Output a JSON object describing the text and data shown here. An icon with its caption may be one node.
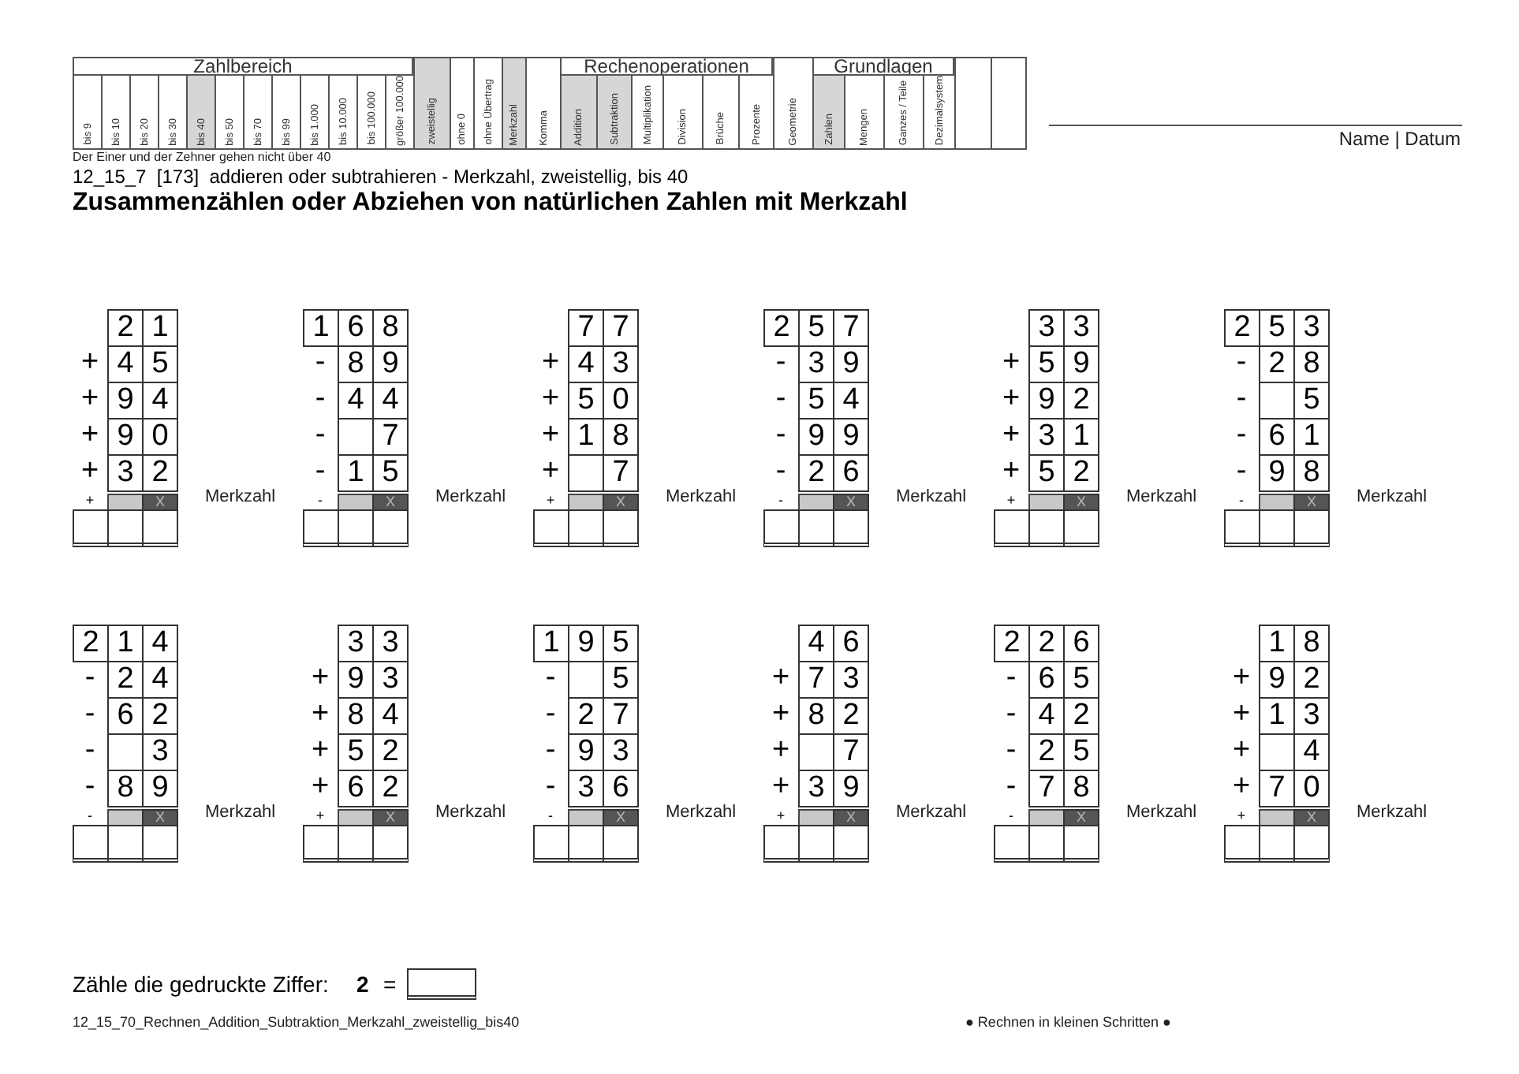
{
  "diagram": {
    "title": "Zusammenzählen oder Abziehen von natürlichen Zahlen mit Merkzahl",
    "labels": [
      "Zahlbereich",
      "bis 9",
      "bis 10",
      "bis 20",
      "bis 30",
      "bis 40",
      "bis 50",
      "bis 70",
      "bis 99",
      "bis 1.000",
      "bis 10.000",
      "bis 100.000",
      "größer 100.000",
      "zweistellig",
      "ohne 0",
      "ohne Übertrag",
      "Merkzahl",
      "Komma",
      "Rechenoperationen",
      "Addition",
      "Subtraktion",
      "Multiplikation",
      "Division",
      "Brüche",
      "Prozente",
      "Geometrie",
      "Grundlagen",
      "Zahlen",
      "Mengen",
      "Ganzes / Teile",
      "Dezimalsystem",
      "Name | Datum",
      "Der Einer und der Zehner gehen nicht über 40",
      "12_15_7  [173]  addieren oder subtrahieren - Merkzahl, zweistellig, bis 40",
      "2",
      "1",
      "+",
      "4",
      "5",
      "+",
      "9",
      "4",
      "+",
      "9",
      "0",
      "+",
      "3",
      "2",
      "+",
      "X",
      "Merkzahl",
      "1",
      "6",
      "8",
      "-",
      "8",
      "9",
      "-",
      "4",
      "4",
      "-",
      "7",
      "-",
      "1",
      "5",
      "-",
      "X",
      "Merkzahl",
      "7",
      "7",
      "+",
      "4",
      "3",
      "+",
      "5",
      "0",
      "+",
      "1",
      "8",
      "+",
      "7",
      "+",
      "X",
      "Merkzahl",
      "2",
      "5",
      "7",
      "-",
      "3",
      "9",
      "-",
      "5",
      "4",
      "-",
      "9",
      "9",
      "-",
      "2",
      "6",
      "-",
      "X",
      "Merkzahl",
      "3",
      "3",
      "+",
      "5",
      "9",
      "+",
      "9",
      "2",
      "+",
      "3",
      "1",
      "+",
      "5",
      "2",
      "+",
      "X",
      "Merkzahl",
      "2",
      "5",
      "3",
      "-",
      "2",
      "8",
      "-",
      "5",
      "-",
      "6",
      "1",
      "-",
      "9",
      "8",
      "-",
      "X",
      "Merkzahl",
      "2",
      "1",
      "4",
      "-",
      "2",
      "4",
      "-",
      "6",
      "2",
      "-",
      "3",
      "-",
      "8",
      "9",
      "-",
      "X",
      "Merkzahl",
      "3",
      "3",
      "+",
      "9",
      "3",
      "+",
      "8",
      "4",
      "+",
      "5",
      "2",
      "+",
      "6",
      "2",
      "+",
      "X",
      "Merkzahl",
      "1",
      "9",
      "5",
      "-",
      "5",
      "-",
      "2",
      "7",
      "-",
      "9",
      "3",
      "-",
      "3",
      "6",
      "-",
      "X",
      "Merkzahl",
      "4",
      "6",
      "+",
      "7",
      "3",
      "+",
      "8",
      "2",
      "+",
      "7",
      "+",
      "3",
      "9",
      "+",
      "X",
      "Merkzahl",
      "2",
      "2",
      "6",
      "-",
      "6",
      "5",
      "-",
      "4",
      "2",
      "-",
      "2",
      "5",
      "-",
      "7",
      "8",
      "-",
      "X",
      "Merkzahl",
      "1",
      "8",
      "+",
      "9",
      "2",
      "+",
      "1",
      "3",
      "+",
      "4",
      "+",
      "7",
      "0",
      "+",
      "X",
      "Merkzahl",
      "Zähle die gedruckte Ziffer:",
      "2",
      "=",
      "12_15_70_Rechnen_Addition_Subtraktion_Merkzahl_zweistellig_bis40",
      "● Rechnen in kleinen Schritten ●"
    ]
  }
}
